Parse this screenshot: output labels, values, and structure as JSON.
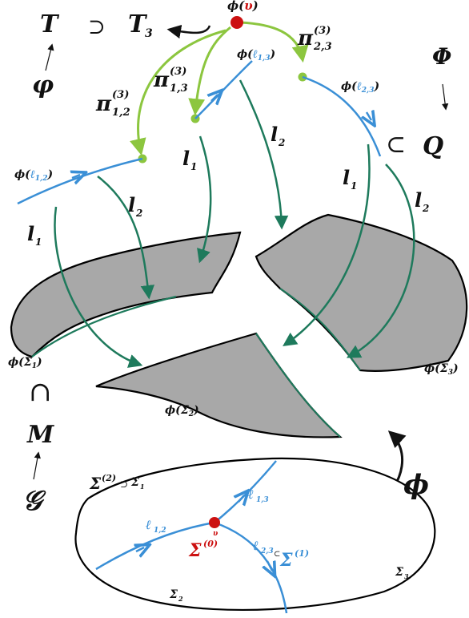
{
  "diagram": {
    "top_left": {
      "T": "T",
      "supset": "⊃",
      "T3": "T",
      "T3_sub": "3",
      "varphi": "φ"
    },
    "top_right": {
      "Phi": "Φ",
      "subset": "⊂",
      "Q": "Q"
    },
    "vertex_label": {
      "phi": "ϕ(",
      "v": "υ",
      "close": ")"
    },
    "projections": {
      "p23": {
        "pi": "π",
        "sup": "(3)",
        "sub": "2,3"
      },
      "p13": {
        "pi": "π",
        "sup": "(3)",
        "sub": "1,3"
      },
      "p12": {
        "pi": "π",
        "sup": "(3)",
        "sub": "1,2"
      }
    },
    "curve_labels": {
      "l12": {
        "phi": "ϕ(",
        "ell": "ℓ",
        "sub": "1,2",
        "close": ")"
      },
      "l13": {
        "phi": "ϕ(",
        "ell": "ℓ",
        "sub": "1,3",
        "close": ")"
      },
      "l23": {
        "phi": "ϕ(",
        "ell": "ℓ",
        "sub": "2,3",
        "close": ")"
      }
    },
    "flow_labels": {
      "l1": "l",
      "l1_sub": "1",
      "l2": "l",
      "l2_sub": "2"
    },
    "surfaces": {
      "s1": {
        "phi": "ϕ(",
        "sigma": "Σ",
        "sub": "1",
        "close": ")"
      },
      "s2": {
        "phi": "ϕ(",
        "sigma": "Σ",
        "sub": "2",
        "close": ")"
      },
      "s3": {
        "phi": "ϕ(",
        "sigma": "Σ",
        "sub": "3",
        "close": ")"
      }
    },
    "middle_left": {
      "cap": "∩",
      "M": "M",
      "G": "𝒢"
    },
    "phi_map": "ϕ",
    "domain": {
      "sigma2_sup": "(2)",
      "sigma2": "Σ",
      "supset": "⊃",
      "sigma1": "Σ",
      "sigma1_sub": "1",
      "ell12": "ℓ",
      "ell12_sub": "1,2",
      "ell13": "ℓ",
      "ell13_sub": "1,3",
      "ell23": "ℓ",
      "ell23_sub": "2,3",
      "upsilon": "υ",
      "sigma0": "Σ",
      "sigma0_sup": "(0)",
      "sigma1c": "Σ",
      "sigma1c_sup": "(1)",
      "subset_small": "⊂",
      "sigma3": "Σ",
      "sigma3_sub": "3",
      "sigma2b": "Σ",
      "sigma2b_sub": "2"
    },
    "colors": {
      "light_green": "#8cc63f",
      "dark_green": "#1e7a5c",
      "blue": "#3a8fd6",
      "gray_fill": "#a8a8a8",
      "red": "#cc1111"
    }
  }
}
